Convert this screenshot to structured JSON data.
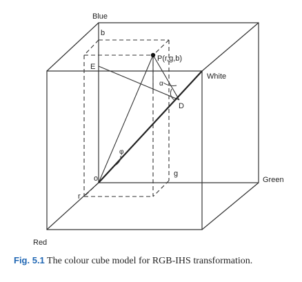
{
  "labels": {
    "blue": "Blue",
    "b": "b",
    "point": "P(r,g,b)",
    "e": "E",
    "white": "White",
    "alpha": "α",
    "d": "D",
    "phi": "φ",
    "o": "o",
    "g": "g",
    "r": "r",
    "green": "Green",
    "red": "Red"
  },
  "caption": {
    "figure_label": "Fig. 5.1",
    "text": "The colour cube model for RGB-IHS transformation."
  },
  "colors": {
    "line": "#333333",
    "caption_accent": "#1f66b3"
  }
}
